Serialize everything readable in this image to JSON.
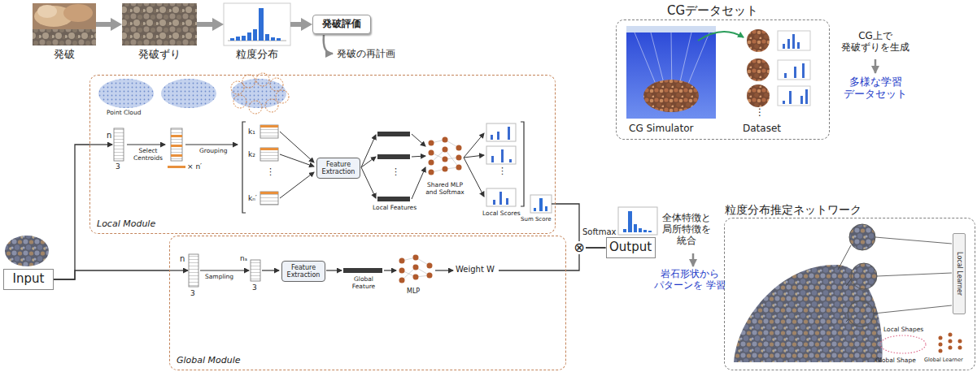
{
  "diagram": {
    "nodes": [
      {
        "text": [
          "発破"
        ]
      },
      {
        "text": [
          "発破ずり"
        ]
      },
      {
        "text": [
          "粒度分布"
        ]
      },
      {
        "text": [
          "発破評価"
        ]
      },
      {
        "text": [
          "CGデータセット"
        ]
      },
      {
        "text": [
          "Input"
        ]
      },
      {
        "text": [
          "Local Module"
        ]
      },
      {
        "text": [
          "Feature Extraction"
        ],
        "in": 6
      },
      {
        "text": [
          "Global Module"
        ]
      },
      {
        "text": [
          "Feature Extraction"
        ],
        "in": 8
      },
      {
        "text": [
          "Output"
        ]
      },
      {
        "text": [
          "粒度分布推定ネットワーク"
        ]
      },
      {
        "text": [
          "Local Learner"
        ],
        "in": 11
      }
    ],
    "edges": [
      {
        "from": 0,
        "to": 1,
        "arrow": "to"
      },
      {
        "from": 1,
        "to": 2,
        "arrow": "to"
      },
      {
        "from": 2,
        "to": 3,
        "arrow": "to"
      },
      {
        "from": 5,
        "to": 6,
        "arrow": "none"
      },
      {
        "from": 5,
        "to": 8,
        "arrow": "none"
      },
      {
        "from": 6,
        "to": 10,
        "arrow": "none"
      },
      {
        "from": 8,
        "to": 10,
        "arrow": "none"
      }
    ],
    "labels": [
      "発破の再計画",
      "Point Cloud",
      "n",
      "3",
      "Select Centroids",
      "× n′",
      "Grouping",
      "k₁",
      "k₂",
      "⋮",
      "kₙ′",
      "⋮",
      "Local Features",
      "Shared MLP and Softmax",
      "⋮",
      "Local Scores",
      "Sum Score",
      "n",
      "3",
      "Sampling",
      "nₛ",
      "3",
      "Global Feature",
      "MLP",
      "Weight W",
      "⊗",
      "Softmax",
      "全体特徴と 局所特徴を 統合",
      "岩石形状から パターンを 学習",
      "Local Shapes",
      "Global Shape",
      "Global Learner",
      "CG Simulator",
      "Dataset",
      "⋮",
      "CG上で 発破ずりを生成",
      "多様な学習 データセット"
    ]
  }
}
